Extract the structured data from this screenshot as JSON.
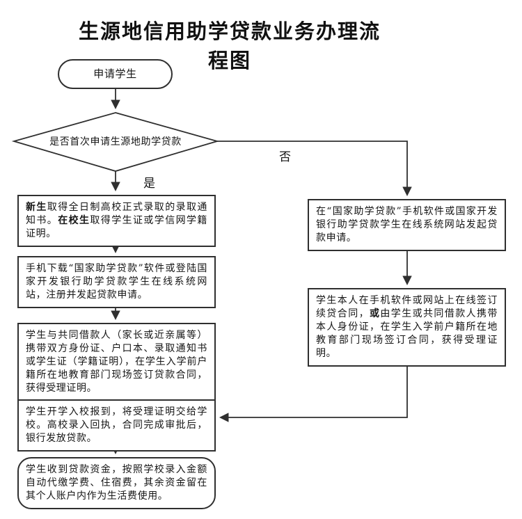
{
  "title": "生源地信用助学贷款业务办理流程图",
  "flow": {
    "start": "申请学生",
    "decision": {
      "question": "是否首次申请生源地助学贷款",
      "yes_label": "是",
      "no_label": "否"
    },
    "left": {
      "step1": {
        "bold1": "新生",
        "text1": "取得全日制高校正式录取的录取通知书。",
        "bold2": "在校生",
        "text2": "取得学生证或学信网学籍证明。"
      },
      "step2": "手机下载“国家助学贷款”软件或登陆国家开发银行助学贷款学生在线系统网站，注册并发起贷款申请。",
      "step3": "学生与共同借款人（家长或近亲属等）携带双方身份证、户口本、录取通知书或学生证（学籍证明），在学生入学前户籍所在地教育部门现场签订贷款合同，获得受理证明。",
      "step4": "学生开学入校报到，将受理证明交给学校。高校录入回执，合同完成审批后，银行发放贷款。",
      "end": "学生收到贷款资金，按照学校录入金额自动代缴学费、住宿费，其余资金留在其个人账户内作为生活费使用。"
    },
    "right": {
      "step1": "在“国家助学贷款”手机软件或国家开发银行助学贷款学生在线系统网站发起贷款申请。",
      "step2": {
        "part1": "学生本人在手机软件或网站上在线签订续贷合同，",
        "bold": "或",
        "part2": "由学生或共同借款人携带本人身份证，在学生入学前户籍所在地教育部门现场签订合同，获得受理证明。"
      }
    },
    "colors": {
      "line": "#2f2f2f",
      "background": "#ffffff",
      "text": "#151515"
    }
  }
}
